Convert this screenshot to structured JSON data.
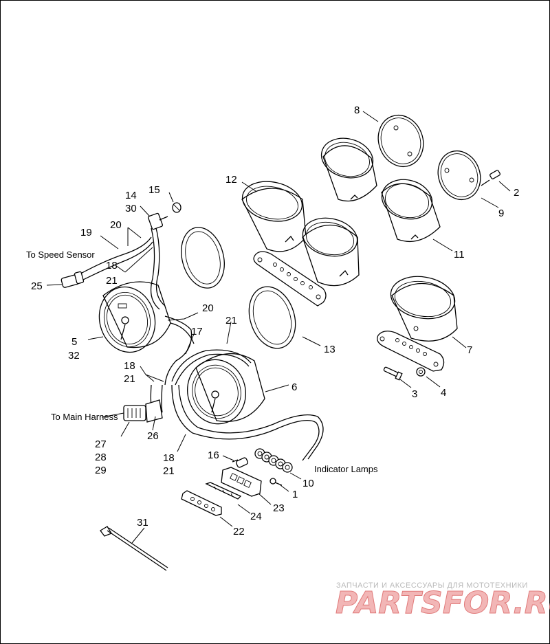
{
  "callouts": {
    "c1": "1",
    "c2": "2",
    "c3": "3",
    "c4": "4",
    "c5": "5",
    "c6": "6",
    "c7": "7",
    "c8": "8",
    "c9": "9",
    "c10": "10",
    "c11": "11",
    "c12": "12",
    "c13": "13",
    "c14": "14",
    "c15": "15",
    "c16": "16",
    "c17": "17",
    "c18a": "18",
    "c18b": "18",
    "c18c": "18",
    "c19": "19",
    "c20a": "20",
    "c20b": "20",
    "c21a": "21",
    "c21b": "21",
    "c21c": "21",
    "c21d": "21",
    "c22": "22",
    "c23": "23",
    "c24": "24",
    "c25": "25",
    "c26": "26",
    "c27": "27",
    "c28": "28",
    "c29": "29",
    "c30": "30",
    "c31": "31",
    "c32": "32"
  },
  "notes": {
    "speed_sensor": "To Speed Sensor",
    "main_harness": "To Main Harness",
    "indicator_lamps": "Indicator Lamps"
  },
  "watermark": {
    "tagline": "ЗАПЧАСТИ И АКСЕССУАРЫ ДЛЯ МОТОТЕХНИКИ",
    "brand": "PARTSFOR.RU"
  }
}
